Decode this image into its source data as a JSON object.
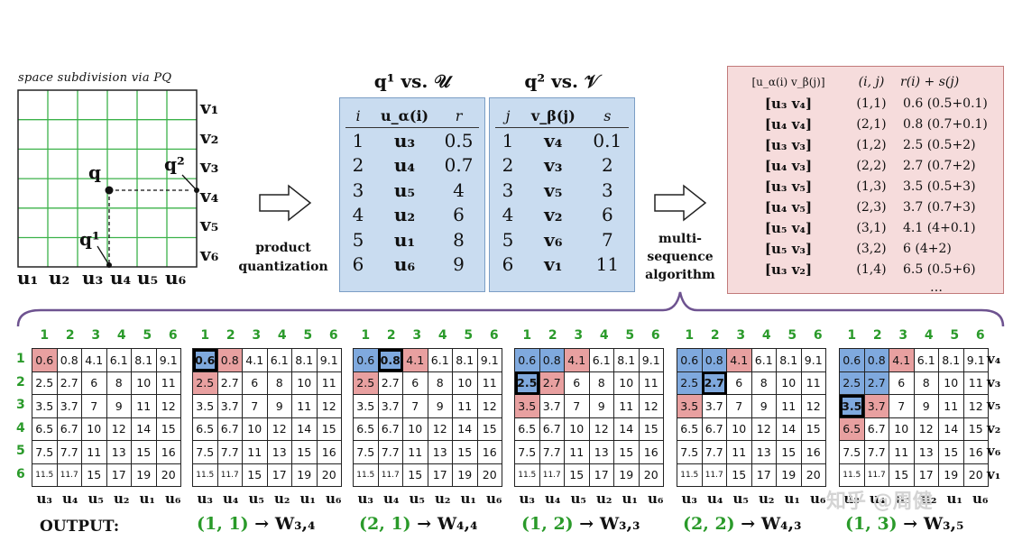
{
  "pq_grid": {
    "title": "space subdivision via PQ",
    "v_labels": [
      "v₁",
      "v₂",
      "v₃",
      "v₄",
      "v₅",
      "v₆"
    ],
    "u_labels": [
      "u₁",
      "u₂",
      "u₃",
      "u₄",
      "u₅",
      "u₆"
    ],
    "point_q": "q",
    "point_q1": "q¹",
    "point_q2": "q²"
  },
  "arrow1_label": [
    "product",
    "quantization"
  ],
  "arrow2_label": [
    "multi-",
    "sequence",
    "algorithm"
  ],
  "table_u": {
    "title": "q¹ vs. 𝒰",
    "headers": [
      "i",
      "u_α(i)",
      "r"
    ],
    "rows": [
      [
        "1",
        "u₃",
        "0.5"
      ],
      [
        "2",
        "u₄",
        "0.7"
      ],
      [
        "3",
        "u₅",
        "4"
      ],
      [
        "4",
        "u₂",
        "6"
      ],
      [
        "5",
        "u₁",
        "8"
      ],
      [
        "6",
        "u₆",
        "9"
      ]
    ]
  },
  "table_v": {
    "title": "q² vs. 𝒱",
    "headers": [
      "j",
      "v_β(j)",
      "s"
    ],
    "rows": [
      [
        "1",
        "v₄",
        "0.1"
      ],
      [
        "2",
        "v₃",
        "2"
      ],
      [
        "3",
        "v₅",
        "3"
      ],
      [
        "4",
        "v₂",
        "6"
      ],
      [
        "5",
        "v₆",
        "7"
      ],
      [
        "6",
        "v₁",
        "11"
      ]
    ]
  },
  "table_pairs": {
    "headers": [
      "[u_α(i) v_β(j)]",
      "(i, j)",
      "r(i) + s(j)"
    ],
    "rows": [
      [
        "[u₃ v₄]",
        "(1,1)",
        "0.6 (0.5+0.1)"
      ],
      [
        "[u₄ v₄]",
        "(2,1)",
        "0.8 (0.7+0.1)"
      ],
      [
        "[u₃ v₃]",
        "(1,2)",
        "2.5 (0.5+2)"
      ],
      [
        "[u₄ v₃]",
        "(2,2)",
        "2.7 (0.7+2)"
      ],
      [
        "[u₃ v₅]",
        "(1,3)",
        "3.5 (0.5+3)"
      ],
      [
        "[u₄ v₅]",
        "(2,3)",
        "3.7 (0.7+3)"
      ],
      [
        "[u₅ v₄]",
        "(3,1)",
        "4.1 (4+0.1)"
      ],
      [
        "[u₅ v₃]",
        "(3,2)",
        "6 (4+2)"
      ],
      [
        "[u₃ v₂]",
        "(1,4)",
        "6.5 (0.5+6)"
      ]
    ],
    "ellipsis": "…"
  },
  "matrix": [
    [
      "0.6",
      "0.8",
      "4.1",
      "6.1",
      "8.1",
      "9.1"
    ],
    [
      "2.5",
      "2.7",
      "6",
      "8",
      "10",
      "11"
    ],
    [
      "3.5",
      "3.7",
      "7",
      "9",
      "11",
      "12"
    ],
    [
      "6.5",
      "6.7",
      "10",
      "12",
      "14",
      "15"
    ],
    [
      "7.5",
      "7.7",
      "11",
      "13",
      "15",
      "16"
    ],
    [
      "11.5",
      "11.7",
      "15",
      "17",
      "19",
      "20"
    ]
  ],
  "col_indices": [
    "1",
    "2",
    "3",
    "4",
    "5",
    "6"
  ],
  "row_indices": [
    "1",
    "2",
    "3",
    "4",
    "5",
    "6"
  ],
  "bottom_u_labels": [
    "u₃",
    "u₄",
    "u₅",
    "u₂",
    "u₁",
    "u₆"
  ],
  "right_v_labels": [
    "v₄",
    "v₃",
    "v₅",
    "v₂",
    "v₆",
    "v₁"
  ],
  "output_label": "OUTPUT:",
  "steps": [
    {
      "pair": "(1, 1)",
      "w": "W₃,₄"
    },
    {
      "pair": "(2, 1)",
      "w": "W₄,₄"
    },
    {
      "pair": "(1, 2)",
      "w": "W₃,₃"
    },
    {
      "pair": "(2, 2)",
      "w": "W₄,₃"
    },
    {
      "pair": "(1, 3)",
      "w": "W₃,₅"
    }
  ],
  "watermark": "知乎 @周健",
  "colors": {
    "blue": "#7fa9de",
    "pink": "#e8a0a0",
    "green": "#2a9a2a",
    "grid_green": "#3cb24a",
    "brace": "#6e5390"
  }
}
